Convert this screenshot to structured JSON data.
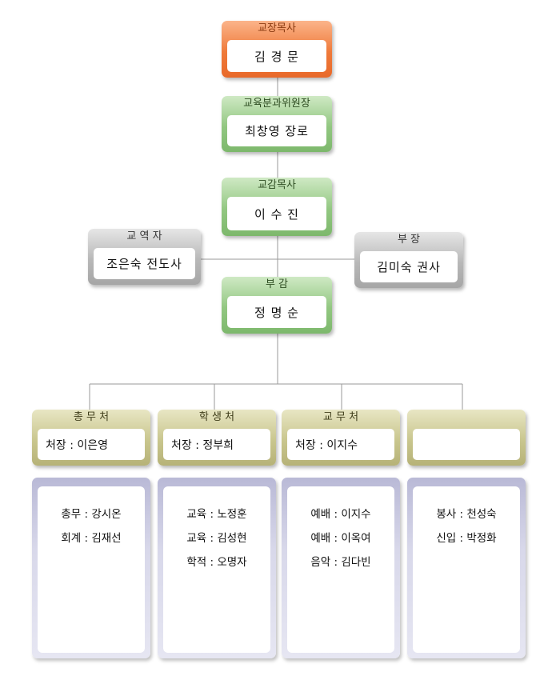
{
  "nodes": {
    "pastor": {
      "title": "교장목사",
      "name": "김 경 문"
    },
    "committee": {
      "title": "교육분과위원장",
      "name": "최창영 장로"
    },
    "vice_principal": {
      "title": "교감목사",
      "name": "이 수 진"
    },
    "minister": {
      "title": "교 역 자",
      "name": "조은숙 전도사"
    },
    "deputy": {
      "title": "부 장",
      "name": "김미숙 권사"
    },
    "supervisor": {
      "title": "부 감",
      "name": "정 명 순"
    }
  },
  "departments": [
    {
      "title": "총 무 처",
      "head": "처장 : 이은영",
      "members": [
        "총무 : 강시온",
        "회계 : 김재선"
      ]
    },
    {
      "title": "학 생 처",
      "head": "처장 : 정부희",
      "members": [
        "교육 : 노정훈",
        "교육 : 김성현",
        "학적 : 오명자"
      ]
    },
    {
      "title": "교 무 처",
      "head": "처장 : 이지수",
      "members": [
        "예배 : 이지수",
        "예배 : 이옥여",
        "음악 : 김다빈"
      ]
    },
    {
      "title": "",
      "head": "",
      "members": [
        "봉사 : 천성숙",
        "신입 : 박정화"
      ]
    }
  ]
}
